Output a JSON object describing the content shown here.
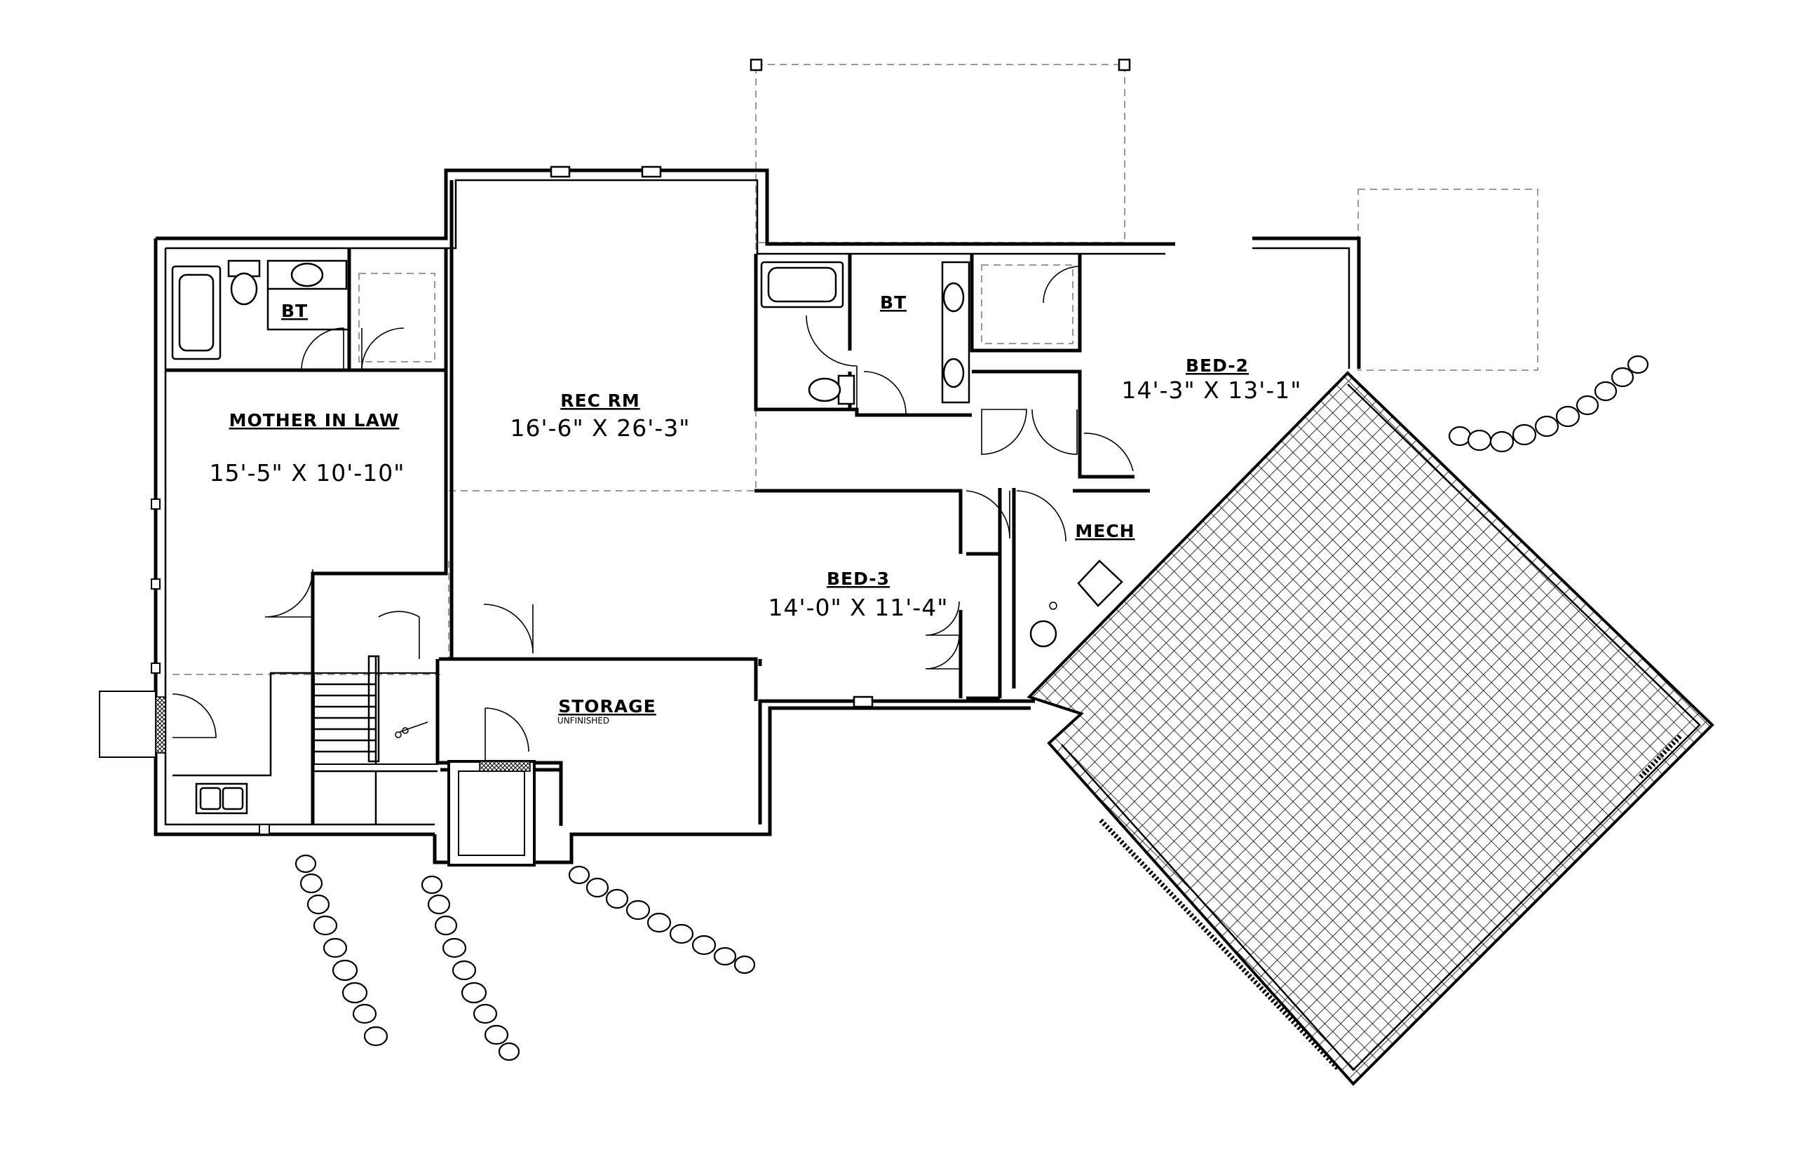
{
  "rooms": {
    "mother_in_law": {
      "name": "MOTHER IN LAW",
      "dims": "15'-5\" X 10'-10\""
    },
    "bt_left": {
      "name": "BT"
    },
    "rec_rm": {
      "name": "REC RM",
      "dims": "16'-6\" X 26'-3\""
    },
    "bt_right": {
      "name": "BT"
    },
    "bed_2": {
      "name": "BED-2",
      "dims": "14'-3\" X 13'-1\""
    },
    "bed_3": {
      "name": "BED-3",
      "dims": "14'-0\" X 11'-4\""
    },
    "mech": {
      "name": "MECH"
    },
    "storage": {
      "name": "STORAGE",
      "note": "UNFINISHED"
    }
  },
  "colors": {
    "ink": "#000000",
    "dashed": "#9a9a9a",
    "paper": "#ffffff"
  }
}
